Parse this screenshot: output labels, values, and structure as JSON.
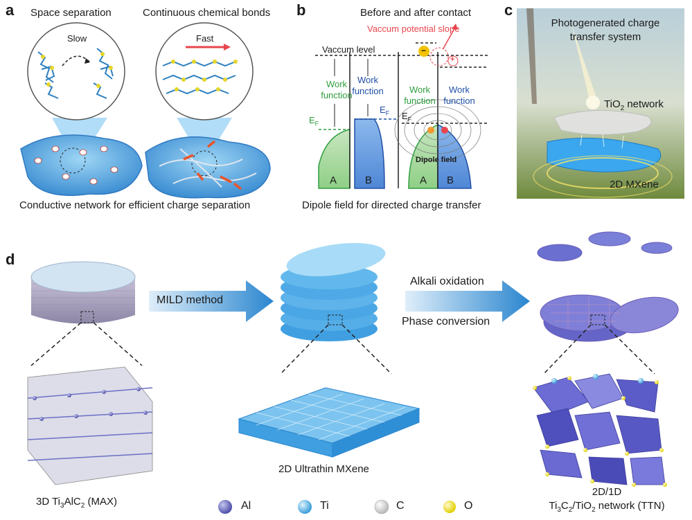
{
  "panels": {
    "a": {
      "letter": "a",
      "left_title": "Space separation",
      "right_title": "Continuous chemical bonds",
      "slow_label": "Slow",
      "fast_label": "Fast",
      "caption": "Conductive network for efficient charge separation"
    },
    "b": {
      "letter": "b",
      "title": "Before and after contact",
      "vacuum_level": "Vaccum level",
      "vacuum_slope": "Vaccum potential slope",
      "work_function": "Work function",
      "work": "Work",
      "function": "function",
      "ef": "E",
      "ef_sub": "F",
      "dipole_field": "Dipole field",
      "label_a": "A",
      "label_b": "B",
      "minus": "−",
      "plus": "+",
      "caption": "Dipole field for directed charge transfer"
    },
    "c": {
      "letter": "c",
      "system_line1": "Photogenerated charge",
      "system_line2": "transfer system",
      "tio2_pre": "TiO",
      "tio2_sub": "2",
      "tio2_post": " network",
      "mxene": "2D MXene"
    },
    "d": {
      "letter": "d",
      "arrow1": "MILD method",
      "arrow2_top": "Alkali oxidation",
      "arrow2_bottom": "Phase conversion",
      "max_pre": "3D Ti",
      "max_sub1": "3",
      "max_mid": "AlC",
      "max_sub2": "2",
      "max_post": " (MAX)",
      "ultrathin": "2D Ultrathin MXene",
      "ttn_line1": "2D/1D",
      "ttn_ti": "Ti",
      "ttn_sub3": "3",
      "ttn_c": "C",
      "ttn_sub2": "2",
      "ttn_tio": "/TiO",
      "ttn_sub2b": "2",
      "ttn_post": " network (TTN)"
    },
    "legend": [
      {
        "label": "Al",
        "color": "#6b6fc4"
      },
      {
        "label": "Ti",
        "color": "#6fc0ee"
      },
      {
        "label": "C",
        "color": "#e4e4e4"
      },
      {
        "label": "O",
        "color": "#f2e53a"
      }
    ]
  },
  "colors": {
    "green": "#2e9e3e",
    "blue": "#1f4fa6",
    "red": "#e8454d",
    "mxene_blue": "#3f9fe0"
  }
}
